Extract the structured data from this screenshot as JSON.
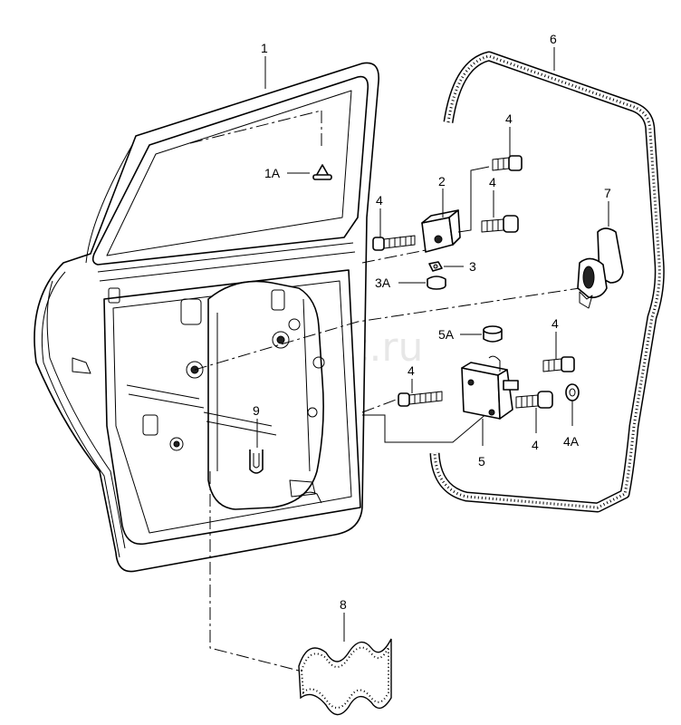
{
  "watermark": "vagtec.ru",
  "callouts": {
    "c1": "1",
    "c1A": "1A",
    "c2": "2",
    "c3": "3",
    "c3A": "3A",
    "c4a": "4",
    "c4b": "4",
    "c4c": "4",
    "c4d": "4",
    "c4e": "4",
    "c4f": "4",
    "c4A": "4A",
    "c5": "5",
    "c5A": "5A",
    "c6": "6",
    "c7": "7",
    "c8": "8",
    "c9": "9"
  },
  "parts": [
    {
      "id": "1",
      "name": "door-shell"
    },
    {
      "id": "1A",
      "name": "clip"
    },
    {
      "id": "2",
      "name": "upper-hinge-bracket"
    },
    {
      "id": "3",
      "name": "nut"
    },
    {
      "id": "3A",
      "name": "cap"
    },
    {
      "id": "4",
      "name": "bolt"
    },
    {
      "id": "4A",
      "name": "washer"
    },
    {
      "id": "5",
      "name": "lower-hinge"
    },
    {
      "id": "5A",
      "name": "cap"
    },
    {
      "id": "6",
      "name": "door-seal"
    },
    {
      "id": "7",
      "name": "grommet"
    },
    {
      "id": "8",
      "name": "insulation-pad"
    },
    {
      "id": "9",
      "name": "clip"
    }
  ]
}
